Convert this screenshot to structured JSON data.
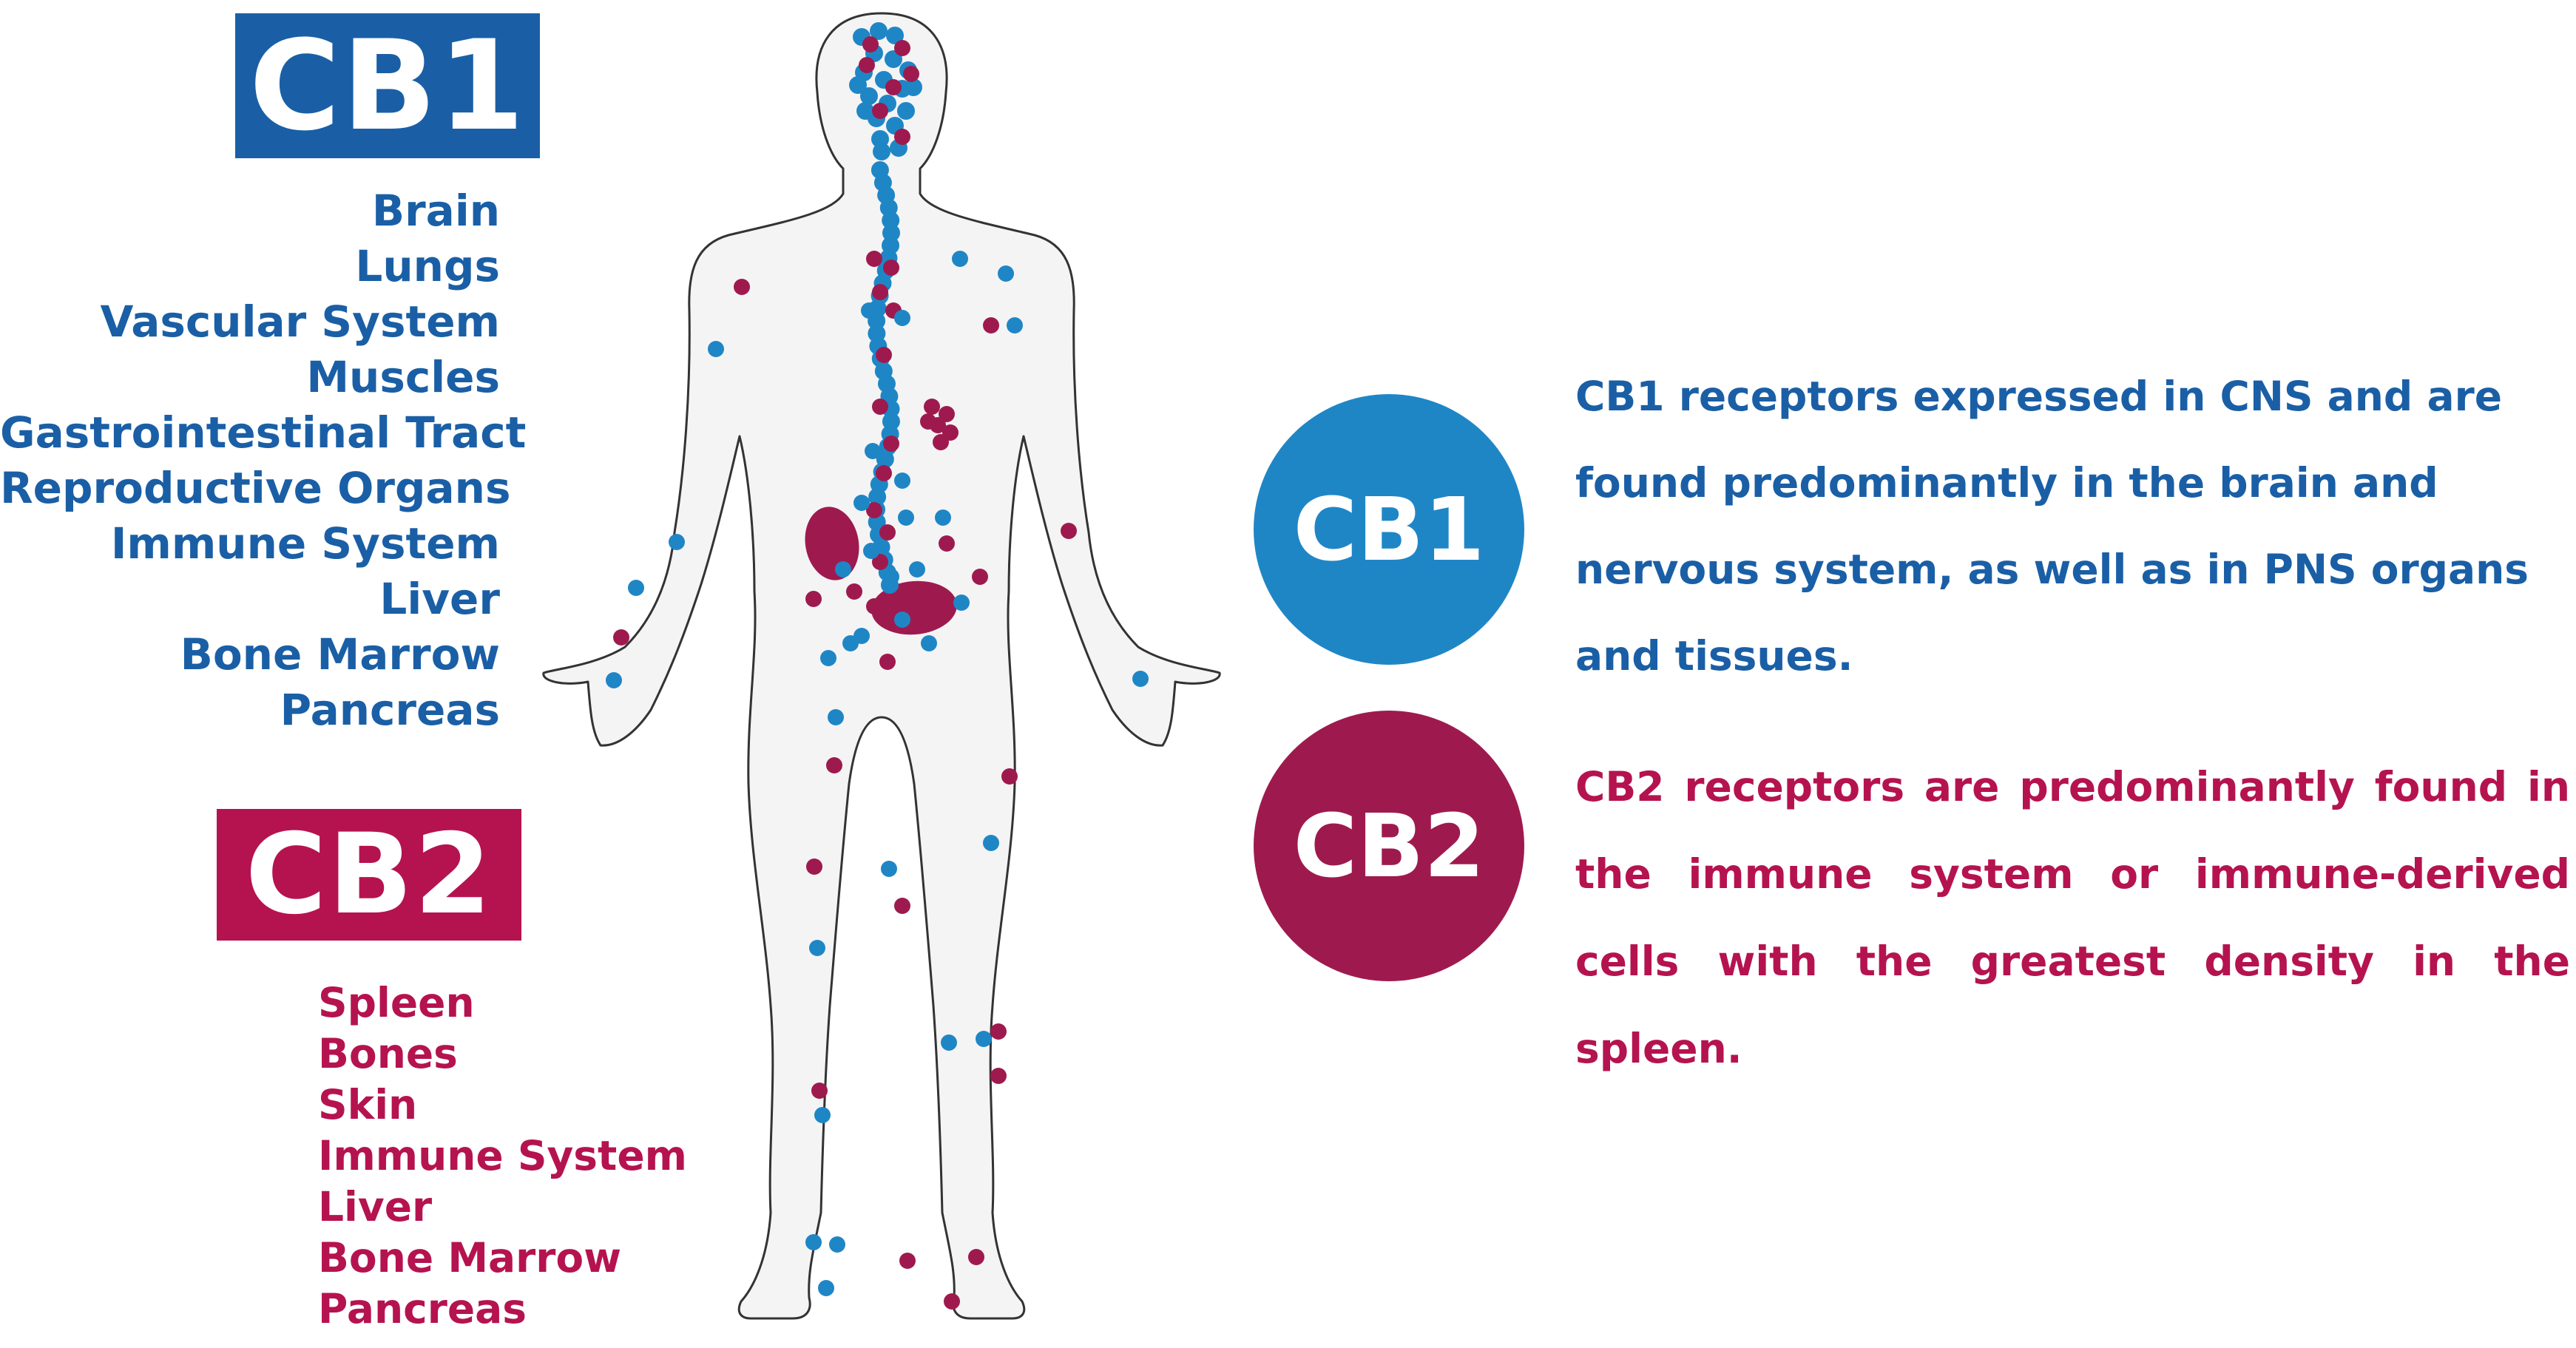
{
  "colors": {
    "cb1": "#1a5fa6",
    "cb1_dot": "#1f86c6",
    "cb2": "#b5134f",
    "cb2_dot": "#9e1a4e",
    "body_fill": "#f4f4f4",
    "body_stroke": "#333333"
  },
  "cb1": {
    "title": "CB1",
    "organs": [
      "Brain",
      "Lungs",
      "Vascular System",
      "Muscles",
      "Gastrointestinal Tract",
      "Reproductive Organs",
      "Immune System",
      "Liver",
      "Bone Marrow",
      "Pancreas"
    ],
    "circle_label": "CB1",
    "description": "CB1 receptors expressed in CNS and are found predominantly in the brain and nervous system, as well as in PNS organs and tissues."
  },
  "cb2": {
    "title": "CB2",
    "organs": [
      "Spleen",
      "Bones",
      "Skin",
      "Immune System",
      "Liver",
      "Bone Marrow",
      "Pancreas"
    ],
    "circle_label": "CB2",
    "description": "CB2 receptors are predominantly found in the immune system or immune-derived cells with the greatest density in the spleen."
  }
}
